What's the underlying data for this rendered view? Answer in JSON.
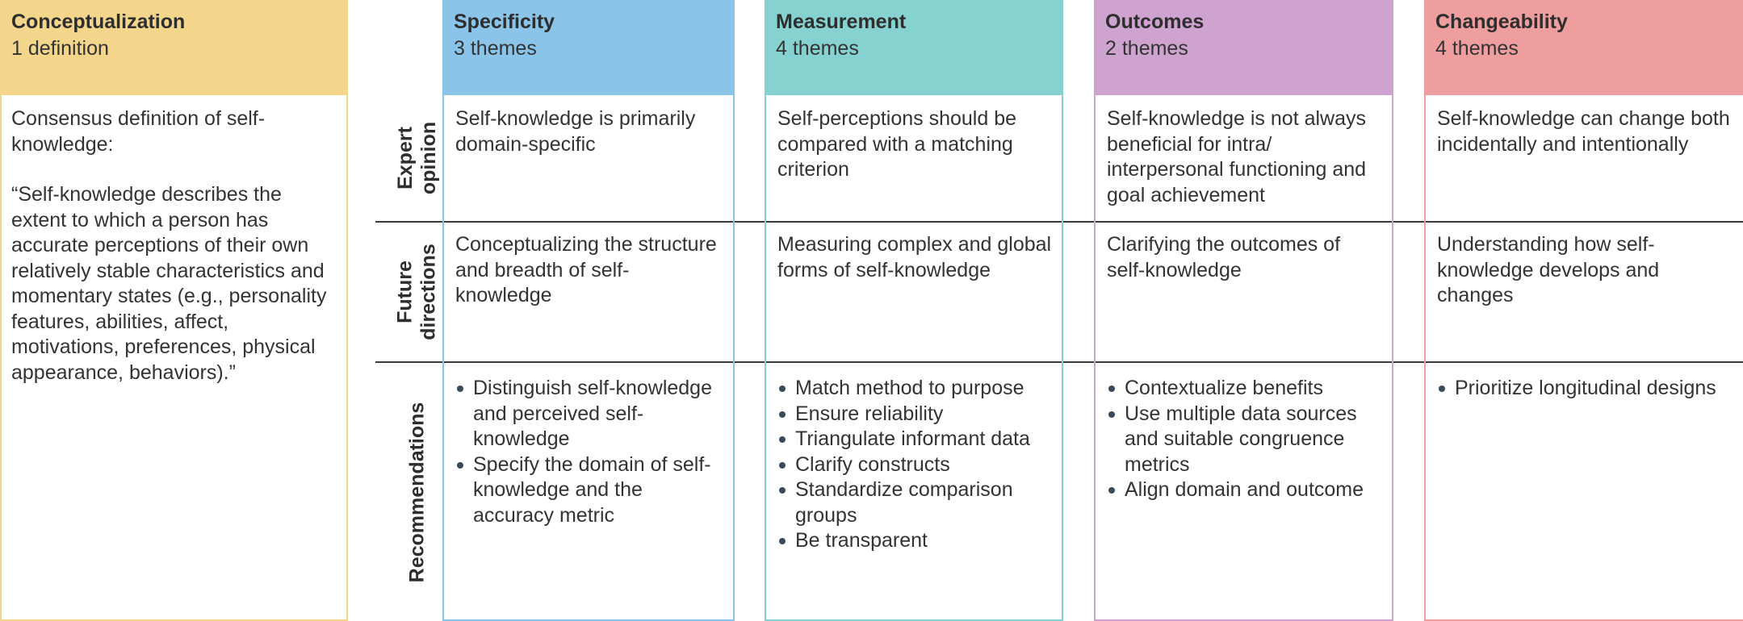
{
  "conceptualization": {
    "title": "Conceptualization",
    "subtitle": "1 definition",
    "intro": "Consensus definition of self-knowledge:",
    "quote": "“Self-knowledge describes the extent to which a person has accurate perceptions of their own relatively stable characteristics and momentary states (e.g., personality features, abilities, affect, motivations, preferences, physical appearance, behaviors).”",
    "header_color": "#f3d68c",
    "border_color": "#f3d68c"
  },
  "row_labels": {
    "expert": "Expert\nopinion",
    "future": "Future\ndirections",
    "recommendations": "Recommendations"
  },
  "columns": [
    {
      "title": "Specificity",
      "subtitle": "3 themes",
      "header_color": "#8ac4e8",
      "border_color": "#8ac4e8",
      "expert": "Self-knowledge is primarily domain-specific",
      "future": "Conceptualizing the structure and breadth of self-knowledge",
      "recommendations": [
        "Distinguish self-knowledge and perceived self-knowledge",
        "Specify the domain of self-knowledge and the accuracy metric"
      ]
    },
    {
      "title": "Measurement",
      "subtitle": "4 themes",
      "header_color": "#86d2d0",
      "border_color": "#86d2d0",
      "expert": "Self-perceptions should be compared with a matching criterion",
      "future": "Measuring complex and global forms of self-knowledge",
      "recommendations": [
        "Match method to purpose",
        "Ensure reliability",
        "Triangulate informant data",
        "Clarify constructs",
        "Standardize comparison groups",
        "Be transparent"
      ]
    },
    {
      "title": "Outcomes",
      "subtitle": "2 themes",
      "header_color": "#cfa3cf",
      "border_color": "#cfa3cf",
      "expert": "Self-knowledge is not always beneficial for intra/ interpersonal functioning and goal achievement",
      "future": "Clarifying the outcomes of self-knowledge",
      "recommendations": [
        "Contextualize benefits",
        "Use multiple data sources and suitable congruence metrics",
        "Align domain and outcome"
      ]
    },
    {
      "title": "Changeability",
      "subtitle": "4 themes",
      "header_color": "#ee9e9e",
      "border_color": "#ee9e9e",
      "expert": "Self-knowledge can change both incidentally and intentionally",
      "future": "Understanding how self-knowledge develops and changes",
      "recommendations": [
        "Prioritize longitudinal designs"
      ]
    }
  ]
}
